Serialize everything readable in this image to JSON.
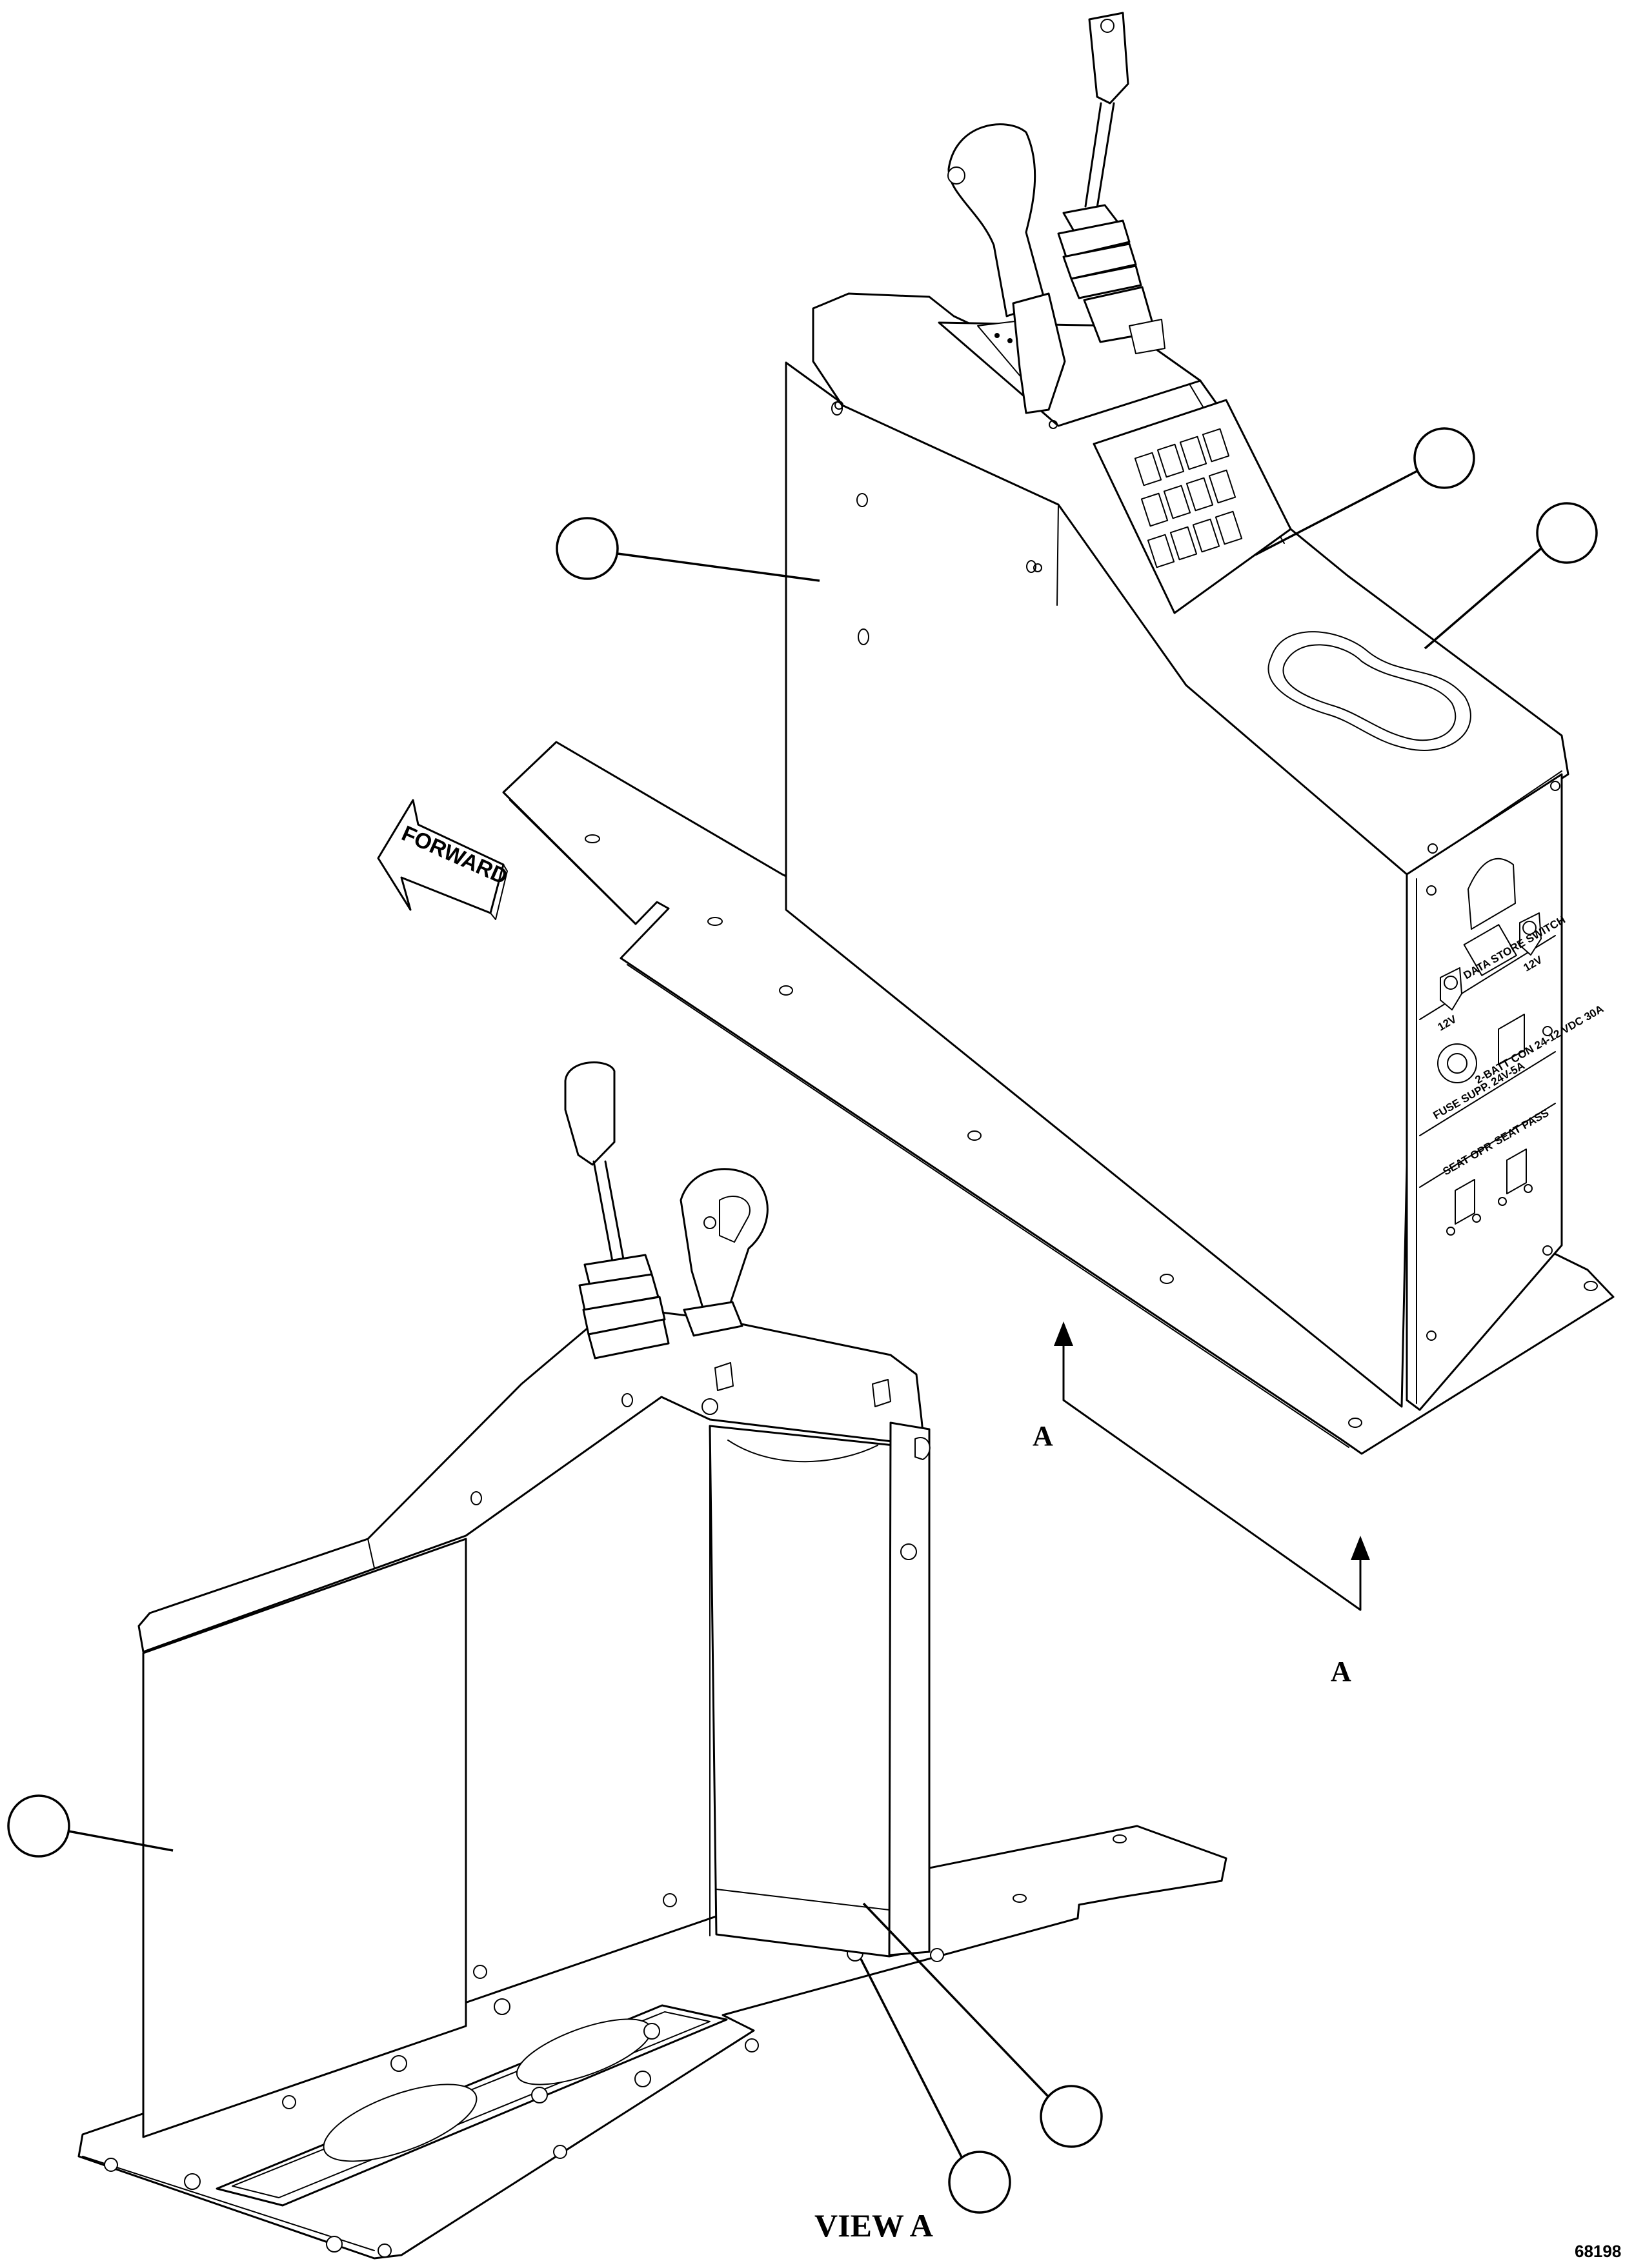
{
  "direction_arrow": {
    "label": "FORWARD"
  },
  "section_markers": [
    "A",
    "A"
  ],
  "view_title": "VIEW A",
  "panel_labels": {
    "data_store_switch": "DATA STORE SWITCH",
    "power_left": "12V",
    "power_right": "12V",
    "port_label": "FUSE SUPP. 24V-5A",
    "converter_label": "2-BATT CON 24-12 VDC 30A",
    "seat_operator": "SEAT OPR",
    "seat_passenger": "SEAT PASS"
  },
  "drawing_number": "68198"
}
